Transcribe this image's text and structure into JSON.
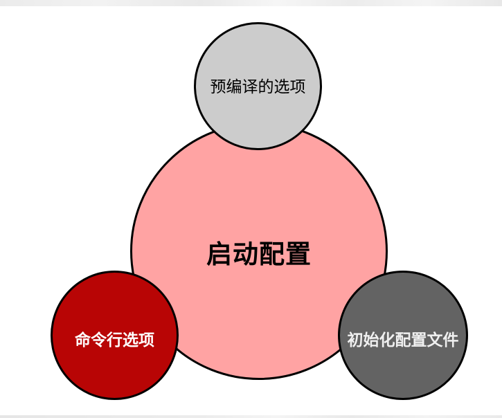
{
  "diagram": {
    "type": "hub-and-satellites",
    "center": {
      "label": "启动配置",
      "fill": "#ffa3a3",
      "text_color": "#000000"
    },
    "nodes": [
      {
        "position": "top",
        "label": "预编译的选项",
        "fill": "#cccccc",
        "text_color": "#000000"
      },
      {
        "position": "bottom-left",
        "label": "命令行选项",
        "fill": "#b80505",
        "text_color": "#ffffff"
      },
      {
        "position": "bottom-right",
        "label": "初始化配置文件",
        "fill": "#636363",
        "text_color": "#f0f0f0"
      }
    ],
    "border_color": "#000000"
  }
}
